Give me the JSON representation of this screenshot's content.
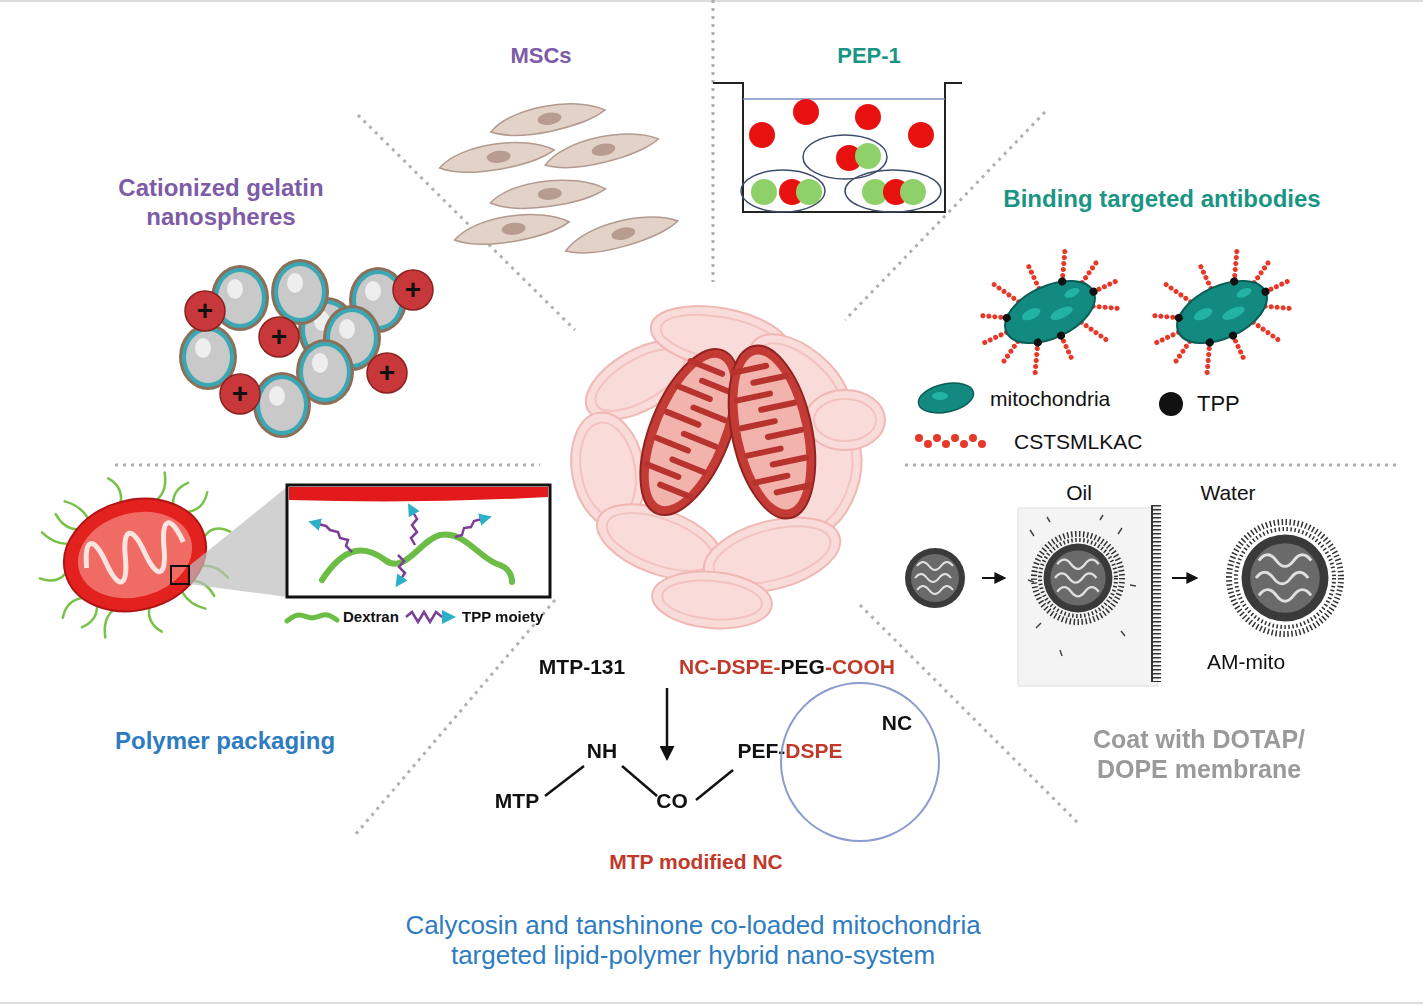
{
  "diagram": {
    "caption": "Calycosin and tanshinone co-loaded mitochondria targeted lipid-polymer hybrid nano-system",
    "nodes": [
      {
        "text": [
          "+"
        ]
      },
      {
        "text": [
          "+"
        ]
      },
      {
        "text": [
          "+"
        ]
      },
      {
        "text": [
          "+"
        ]
      },
      {
        "text": [
          "+"
        ]
      },
      {
        "text": [
          "NC"
        ]
      }
    ],
    "labels": [
      "MSCs",
      "PEP-1",
      "Cationized gelatin nanospheres",
      "Binding targeted antibodies",
      "Oil",
      "Water",
      "AM-mito",
      "Coat with DOTAP/ DOPE membrane",
      "Polymer packaging",
      "MTP-131",
      "NC-DSPE-PEG-COOH",
      "NH",
      "PEF-DSPE",
      "MTP",
      "CO",
      "MTP modified NC"
    ],
    "legend": [
      {
        "text": "mitochondria"
      },
      {
        "text": "TPP",
        "color": "#111111"
      },
      {
        "text": "CSTSMLKAC"
      },
      {
        "text": "Dextran"
      },
      {
        "text": "TPP moiety"
      }
    ]
  }
}
